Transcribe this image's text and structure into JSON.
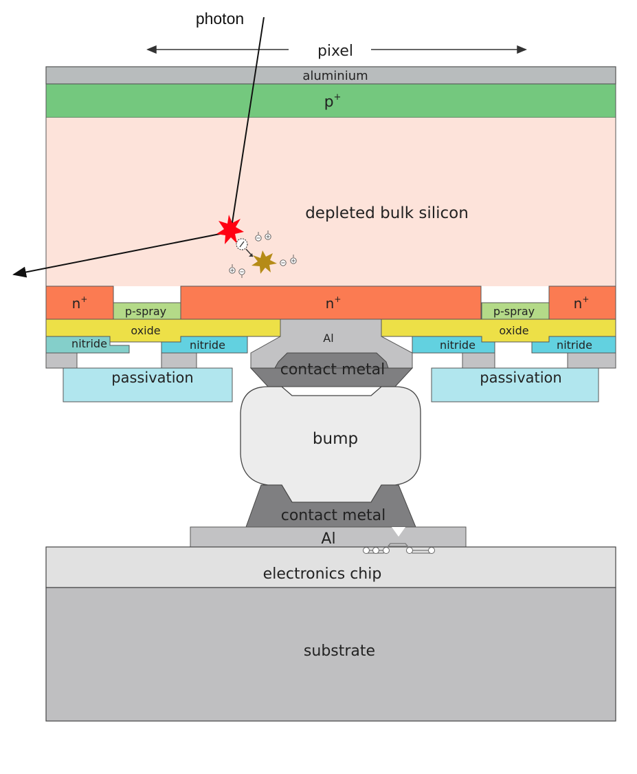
{
  "labels": {
    "photon": "photon",
    "pixel": "pixel",
    "aluminium": "aluminium",
    "p_plus": "p",
    "p_plus_sup": "+",
    "bulk": "depleted bulk silicon",
    "n_plus": "n",
    "n_plus_sup": "+",
    "p_spray": "p-spray",
    "oxide": "oxide",
    "nitride": "nitride",
    "al": "Al",
    "passivation": "passivation",
    "contact_metal": "contact metal",
    "bump": "bump",
    "electronics_chip": "electronics chip",
    "substrate": "substrate"
  },
  "colors": {
    "aluminium": "#b8bcbd",
    "p_plus": "#74c87e",
    "bulk": "#fde3da",
    "n_plus": "#fb7b52",
    "p_spray": "#b4da88",
    "oxide": "#ede047",
    "nitride": "#62d1e0",
    "nitride_left": "#84cfca",
    "passivation": "#b1e6ee",
    "metal_grey": "#c2c2c4",
    "contact_metal": "#7f7f81",
    "bump": "#ececec",
    "electronics_chip": "#e1e1e1",
    "substrate": "#bfbfc1",
    "photon_star": "#ff0011",
    "secondary_star": "#b58b17"
  },
  "icons": {
    "photon_hit": "red-star-burst-icon",
    "secondary_hit": "gold-star-burst-icon",
    "charge_pairs": "electron-hole-pair-icon",
    "chip_circuit": "circuit-trace-icon"
  }
}
